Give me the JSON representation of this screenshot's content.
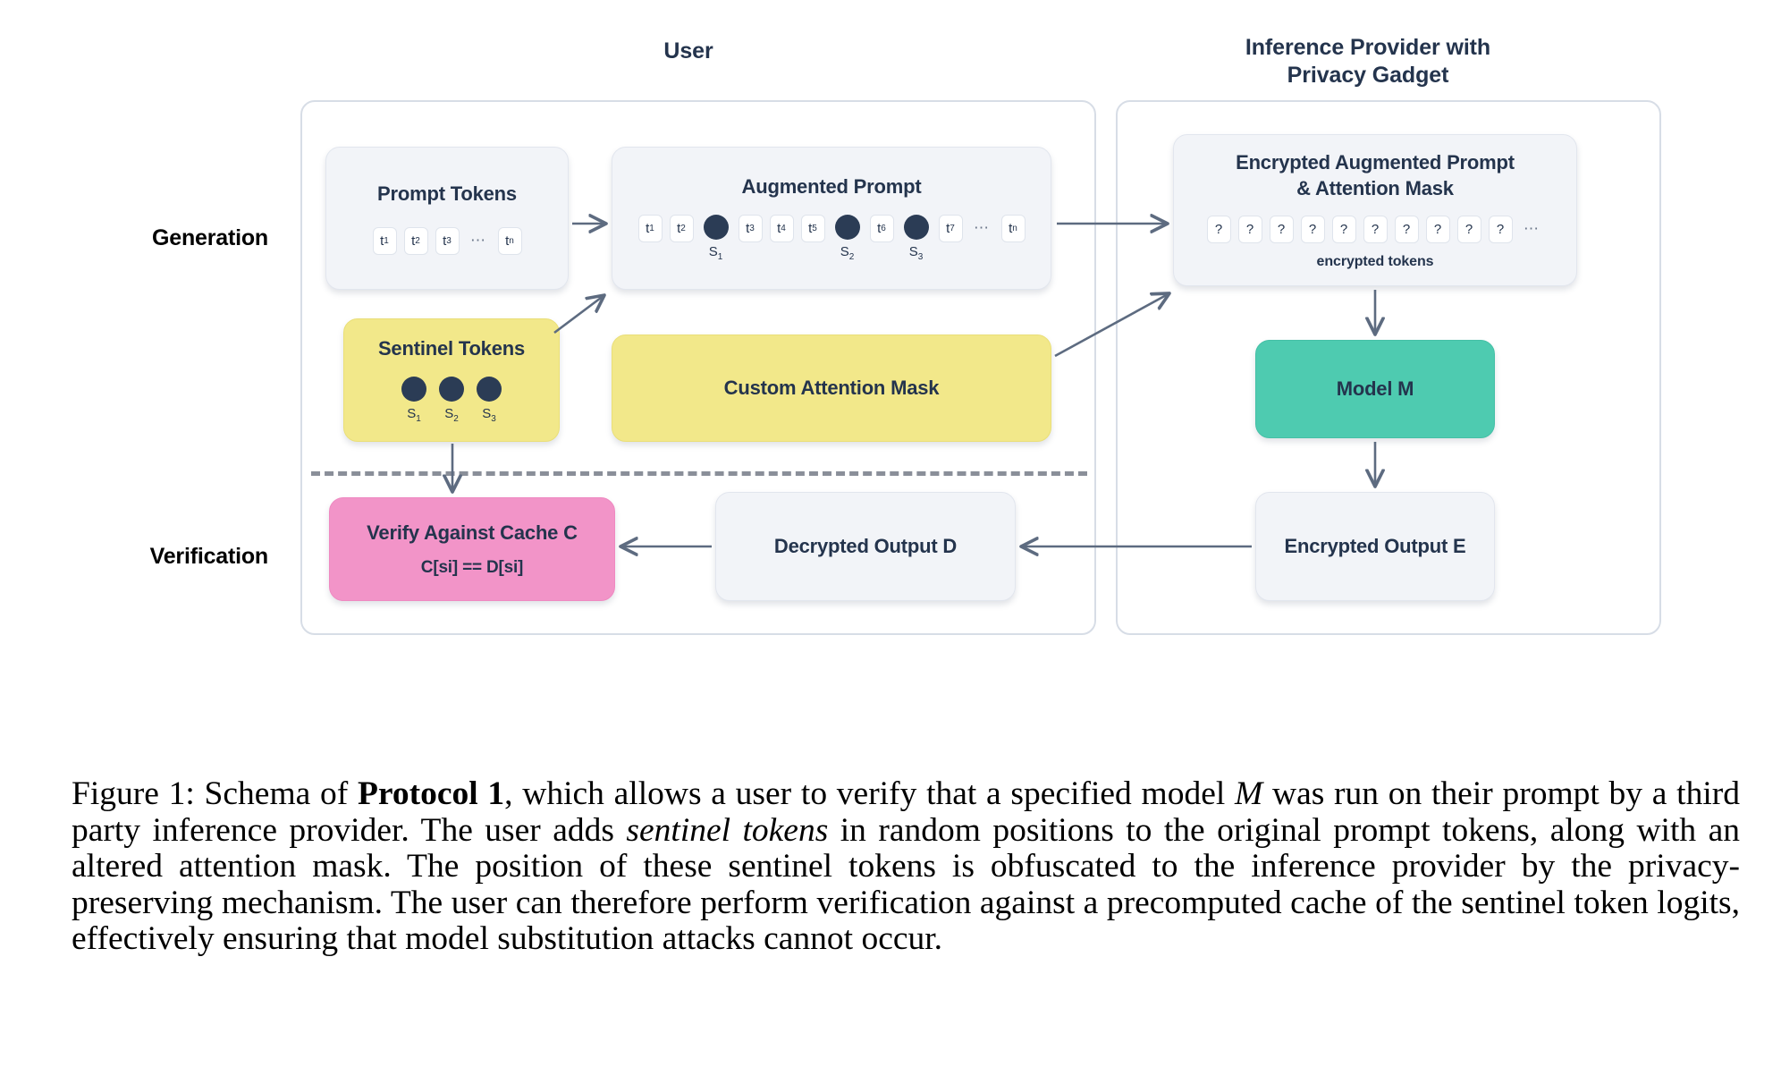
{
  "figure": {
    "column_headers": {
      "user": "User",
      "provider": "Inference Provider with\nPrivacy Gadget"
    },
    "row_labels": {
      "generation": "Generation",
      "verification": "Verification"
    },
    "boxes": {
      "prompt_tokens": {
        "title": "Prompt Tokens",
        "tokens": [
          "t1",
          "t2",
          "t3",
          "...",
          "tn"
        ]
      },
      "augmented_prompt": {
        "title": "Augmented Prompt",
        "sequence": [
          "t1",
          "t2",
          "S1",
          "t3",
          "t4",
          "t5",
          "S2",
          "t6",
          "S3",
          "t7",
          "...",
          "tn"
        ]
      },
      "encrypted_prompt": {
        "title": "Encrypted Augmented Prompt\n& Attention Mask",
        "tokens": [
          "?",
          "?",
          "?",
          "?",
          "?",
          "?",
          "?",
          "?",
          "?",
          "?",
          "..."
        ],
        "caption": "encrypted tokens"
      },
      "sentinel_tokens": {
        "title": "Sentinel Tokens",
        "labels": [
          "S1",
          "S2",
          "S3"
        ]
      },
      "attention_mask": {
        "title": "Custom Attention Mask"
      },
      "model": {
        "title": "Model M"
      },
      "verify": {
        "title": "Verify Against Cache C",
        "formula": "C[si] == D[si]"
      },
      "decrypted_output": {
        "title": "Decrypted Output D"
      },
      "encrypted_output": {
        "title": "Encrypted Output E"
      }
    },
    "colors": {
      "panel_border": "#d7dde6",
      "box_grey": "#f2f4f8",
      "box_yellow": "#f2e88a",
      "box_teal": "#4ecbb0",
      "box_pink": "#f294c8",
      "text_dark": "#24344d",
      "sentinel_dot": "#2b3c55",
      "arrow": "#5d6b80",
      "divider": "#8a8f99"
    }
  },
  "caption": {
    "prefix": "Figure 1: Schema of ",
    "protocol": "Protocol 1",
    "part1": ", which allows a user to verify that a specified model ",
    "model_symbol": "M",
    "part2": " was run on their prompt by a third party inference provider. The user adds ",
    "emphasis": "sentinel tokens",
    "part3": " in random positions to the original prompt tokens, along with an altered attention mask. The position of these sentinel tokens is obfuscated to the inference provider by the privacy-preserving mechanism. The user can therefore perform verification against a precomputed cache of the sentinel token logits, effectively ensuring that model substitution attacks cannot occur."
  }
}
